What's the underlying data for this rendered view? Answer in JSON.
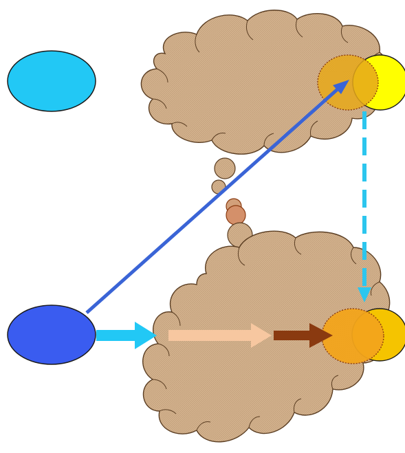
{
  "diagram": {
    "colors": {
      "cloud_fill": "#d2b48c",
      "cloud_stroke": "#6b4a2b",
      "light_blue": "#22c8f5",
      "dark_blue": "#3a5cf0",
      "arrow_blue": "#3a64d6",
      "yellow": "#ffff00",
      "gold": "#e8a010",
      "orange": "#f2a41b",
      "dashed_arrow": "#2cc6ee",
      "peach_arrow": "#f7c7a0",
      "brown_arrow": "#8a3a10"
    },
    "shapes": [
      "cloud",
      "ellipse",
      "arrow",
      "dashed-arrow"
    ]
  }
}
